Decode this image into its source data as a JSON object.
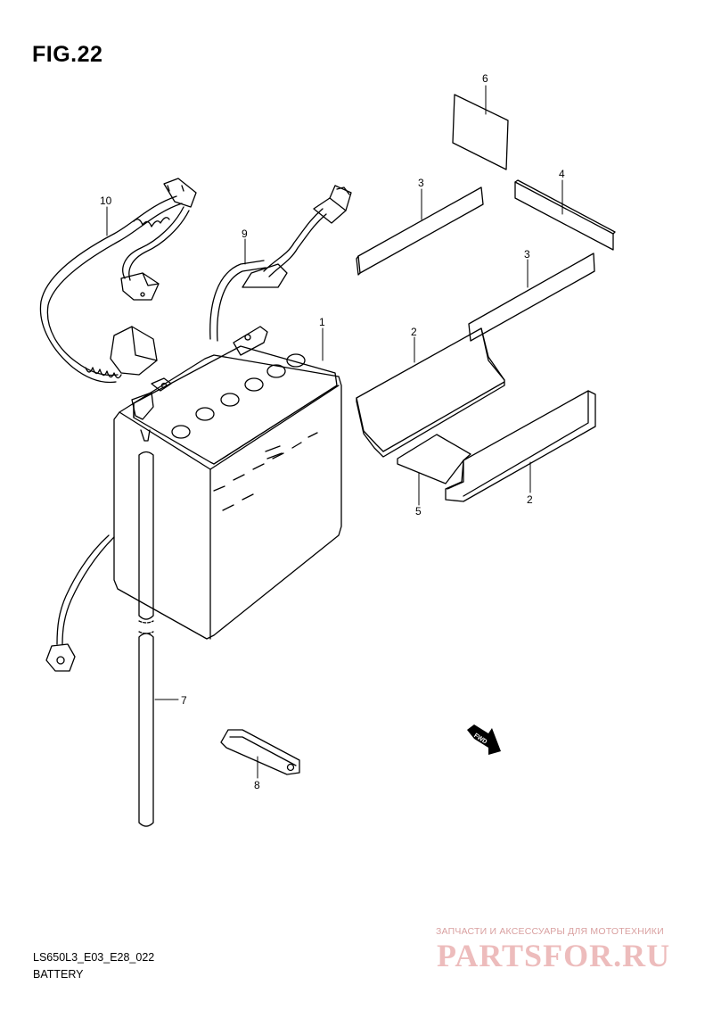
{
  "figure": {
    "title": "FIG.22"
  },
  "callouts": [
    {
      "id": "c1",
      "text": "1"
    },
    {
      "id": "c2a",
      "text": "2"
    },
    {
      "id": "c2b",
      "text": "2"
    },
    {
      "id": "c3a",
      "text": "3"
    },
    {
      "id": "c3b",
      "text": "3"
    },
    {
      "id": "c4",
      "text": "4"
    },
    {
      "id": "c5",
      "text": "5"
    },
    {
      "id": "c6",
      "text": "6"
    },
    {
      "id": "c7",
      "text": "7"
    },
    {
      "id": "c8",
      "text": "8"
    },
    {
      "id": "c9",
      "text": "9"
    },
    {
      "id": "c10",
      "text": "10"
    }
  ],
  "fwd_label": "FWD",
  "footer": {
    "code": "LS650L3_E03_E28_022",
    "name": "BATTERY"
  },
  "watermark": {
    "tagline": "ЗАПЧАСТИ И АКСЕССУАРЫ ДЛЯ МОТОТЕХНИКИ",
    "logo": "PARTSFOR.RU",
    "color": "#edbcbc"
  }
}
